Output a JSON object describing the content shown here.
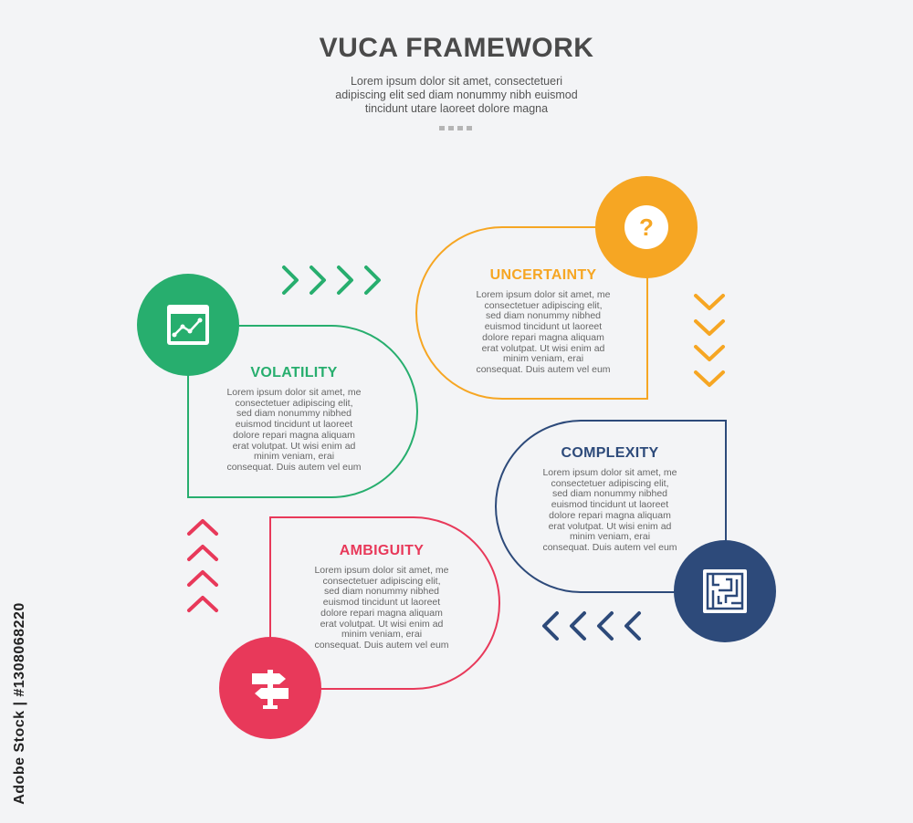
{
  "title": "VUCA FRAMEWORK",
  "subtitle": [
    "Lorem ipsum dolor sit amet, consectetueri",
    "adipiscing elit sed diam nonummy nibh euismod",
    "tincidunt utare laoreet dolore magna"
  ],
  "colors": {
    "volatility": "#27ae6e",
    "uncertainty": "#f6a623",
    "complexity": "#2d4a7a",
    "ambiguity": "#e8395a"
  },
  "body_lines": [
    "Lorem ipsum dolor sit amet, me",
    "consectetuer adipiscing elit,",
    "sed diam nonummy nibhed",
    "euismod tincidunt ut laoreet",
    "dolore repari magna aliquam",
    "erat volutpat. Ut wisi enim ad",
    "minim veniam, erai",
    "consequat. Duis autem vel eum"
  ],
  "items": {
    "volatility": {
      "heading": "VOLATILITY",
      "icon": "chart-window-icon"
    },
    "uncertainty": {
      "heading": "UNCERTAINTY",
      "icon": "question-icon"
    },
    "complexity": {
      "heading": "COMPLEXITY",
      "icon": "maze-icon"
    },
    "ambiguity": {
      "heading": "AMBIGUITY",
      "icon": "signpost-icon"
    }
  },
  "credit": "Adobe Stock | #1308068220"
}
